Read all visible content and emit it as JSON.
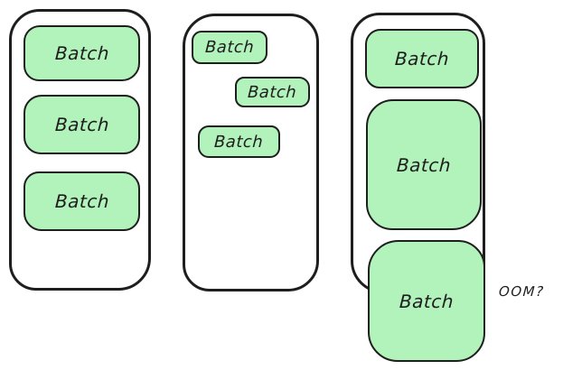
{
  "diagram": {
    "colors": {
      "batch_fill": "#b2f2bb",
      "stroke": "#1e1e1e",
      "container_fill": "#ffffff",
      "background": "#ffffff"
    },
    "containers": [
      {
        "id": "uniform-batches",
        "boxes": [
          {
            "label": "Batch"
          },
          {
            "label": "Batch"
          },
          {
            "label": "Batch"
          }
        ]
      },
      {
        "id": "staggered-batches",
        "boxes": [
          {
            "label": "Batch"
          },
          {
            "label": "Batch"
          },
          {
            "label": "Batch"
          }
        ]
      },
      {
        "id": "growing-batches",
        "boxes": [
          {
            "label": "Batch"
          },
          {
            "label": "Batch"
          },
          {
            "label": "Batch"
          }
        ]
      }
    ],
    "annotation": {
      "label": "OOM?"
    }
  }
}
